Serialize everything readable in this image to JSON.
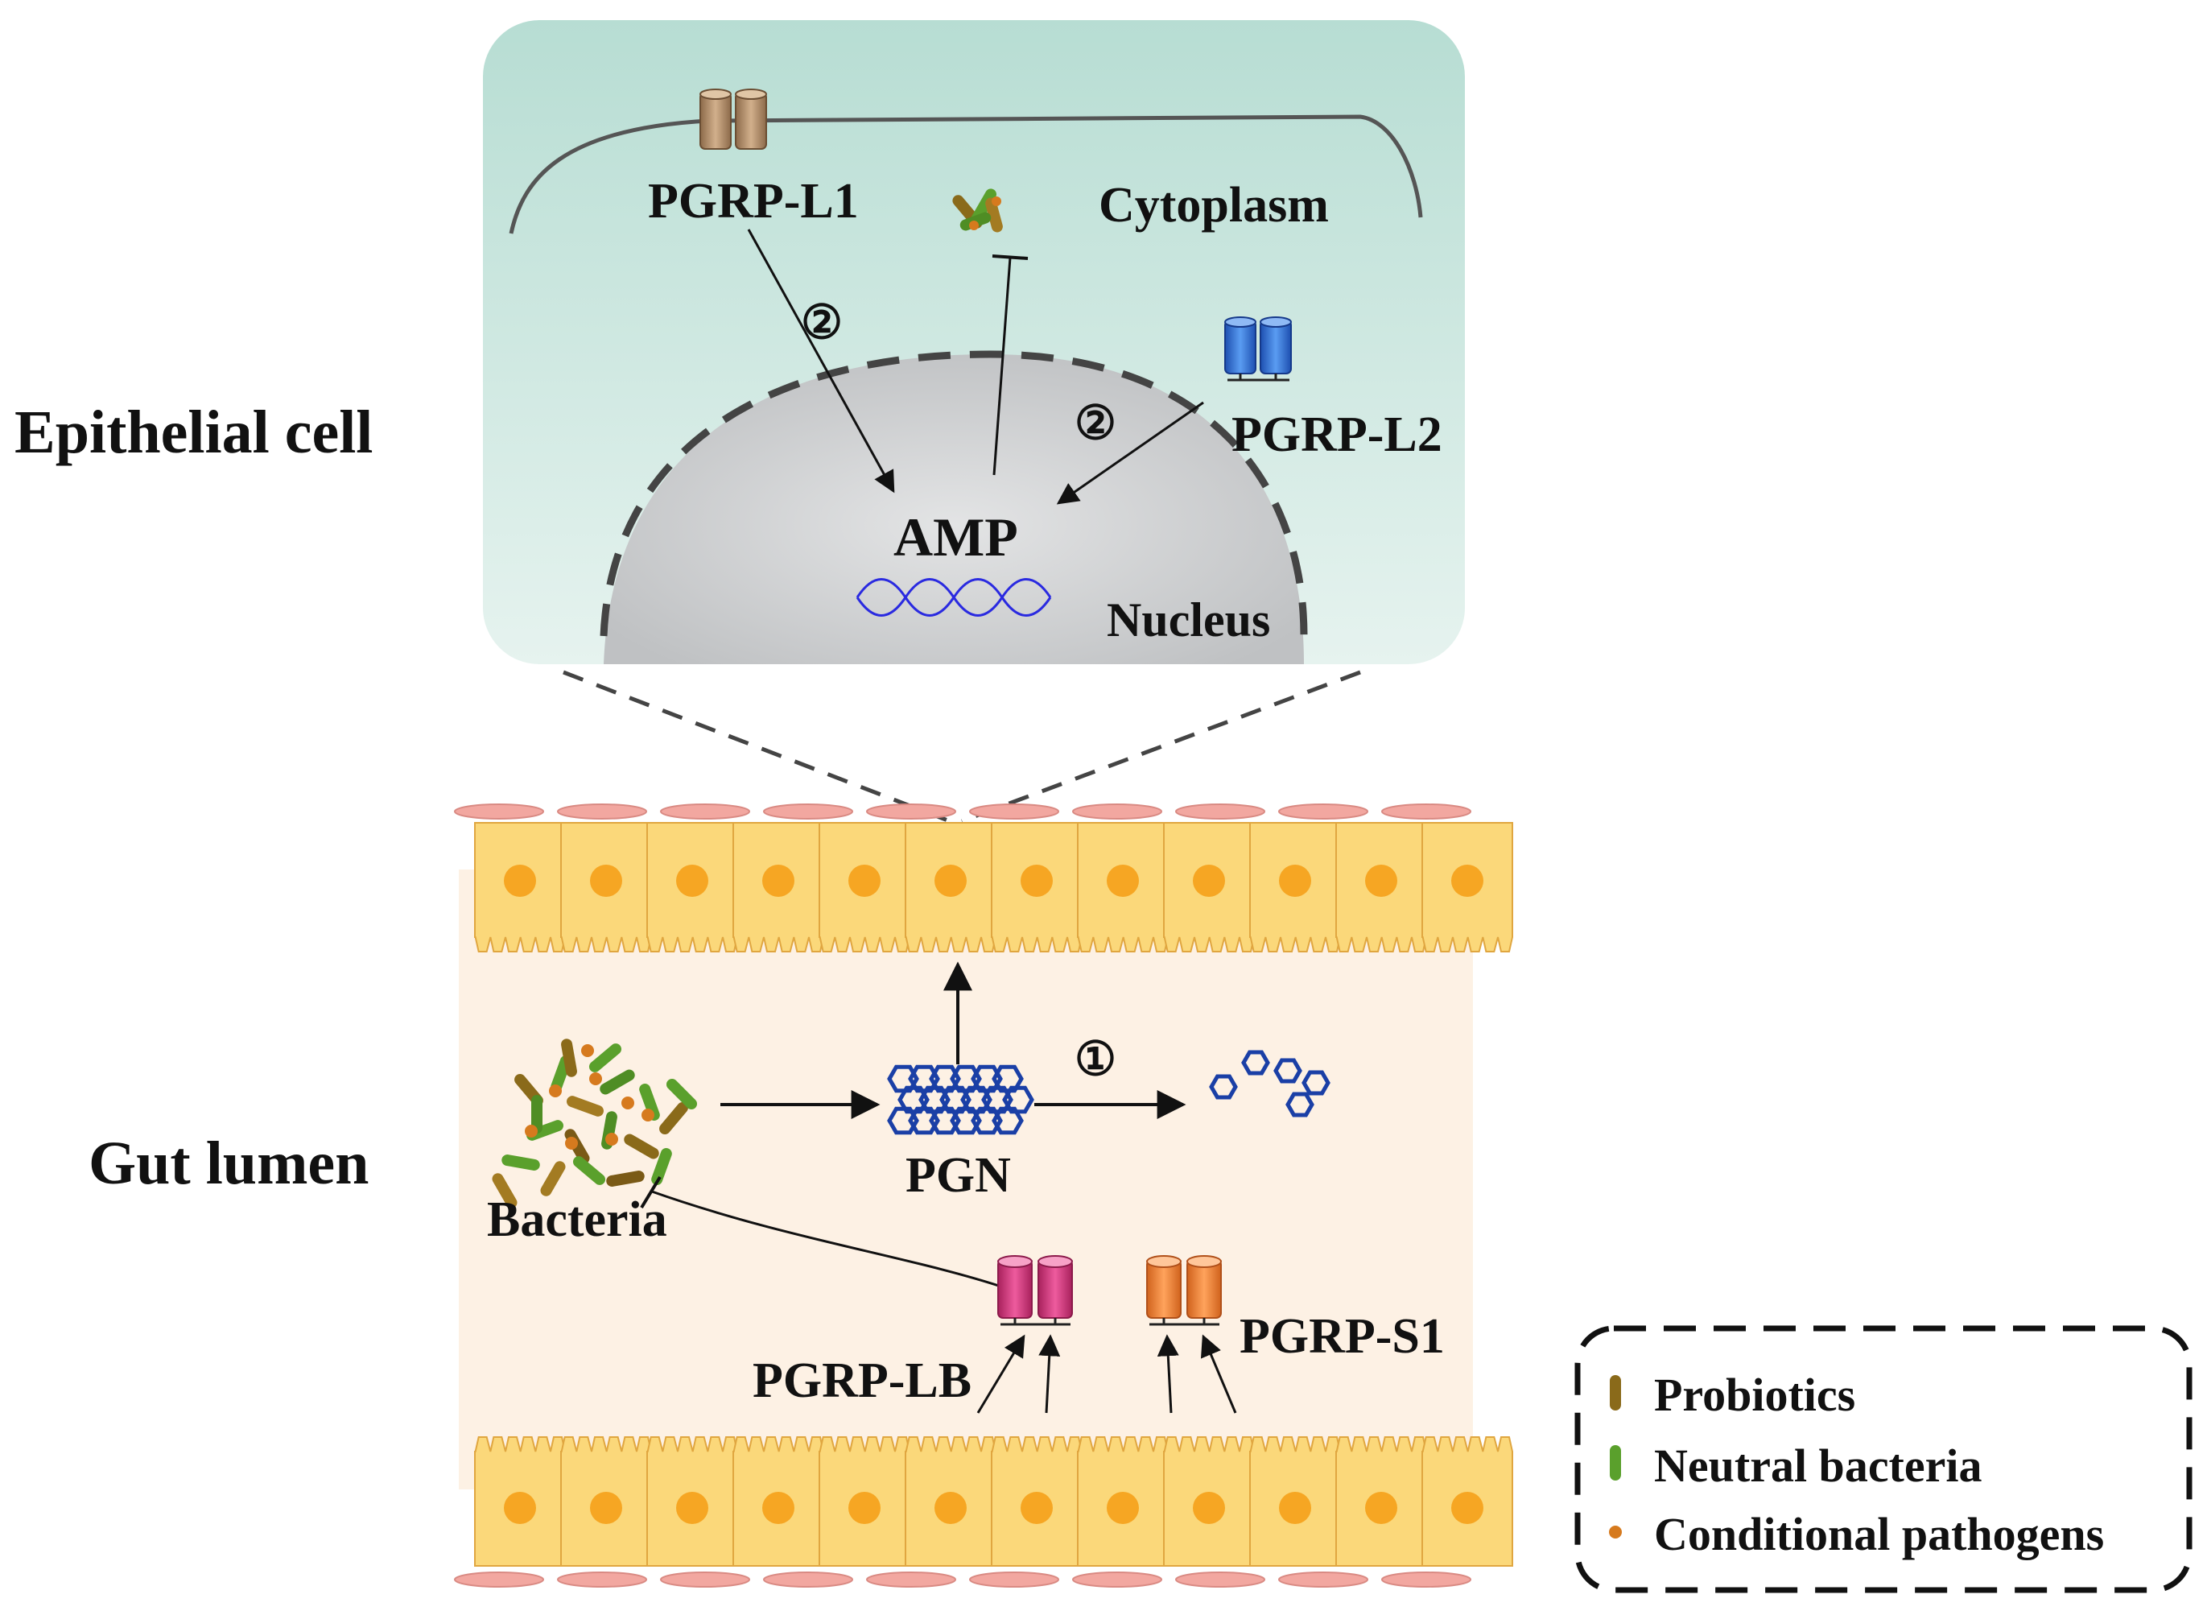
{
  "labels": {
    "epithelial_cell": "Epithelial cell",
    "gut_lumen": "Gut lumen",
    "cytoplasm": "Cytoplasm",
    "nucleus": "Nucleus",
    "amp": "AMP",
    "pgrp_l1": "PGRP-L1",
    "pgrp_l2": "PGRP-L2",
    "pgrp_lb": "PGRP-LB",
    "pgrp_s1": "PGRP-S1",
    "pgn": "PGN",
    "bacteria": "Bacteria",
    "step1": "①",
    "step2_l1": "②",
    "step2_l2": "②"
  },
  "legend": {
    "items": [
      {
        "label": "Probiotics",
        "color": "#8a6a1a"
      },
      {
        "label": "Neutral bacteria",
        "color": "#5aa02c"
      },
      {
        "label": "Conditional pathogens",
        "color": "#d67a1e"
      }
    ]
  },
  "colors": {
    "cell_panel": "#cfe9e2",
    "nucleus": "#cfd1d2",
    "lumen_bg": "#fdf1e4",
    "epithelial_cell": "#fbd87a",
    "cell_nucleus": "#f6a623",
    "pgrp_l1": "#b08a64",
    "pgrp_l2": "#2f6fd6",
    "pgrp_lb": "#d6367a",
    "pgrp_s1": "#f3863a",
    "pgn": "#1a3fa6",
    "dna": "#2a2ae0"
  }
}
